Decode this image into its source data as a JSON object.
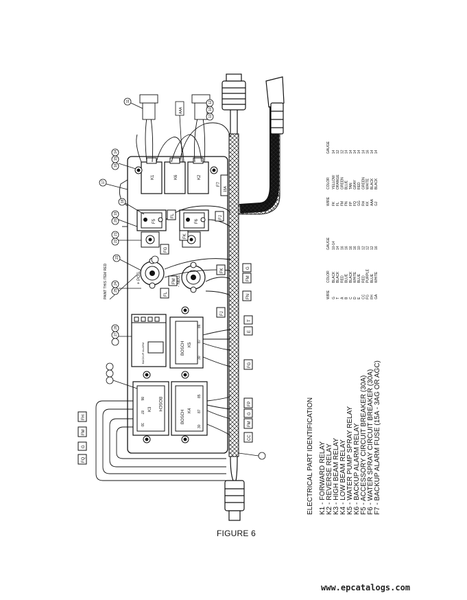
{
  "figure": {
    "caption": "FIGURE 6"
  },
  "watermark": "www.epcatalogs.com",
  "legend": {
    "title": "ELECTRICAL PART IDENTIFICATION",
    "items": [
      "K1 - FORWARD RELAY",
      "K2 - REVERSE RELAY",
      "K3 - HIGH BEAM RELAY",
      "K4 - LOW BEAM RELAY",
      "K5 - WATER PUMP SPRAY RELAY",
      "K6 - BACKUP ALARM RELAY",
      "F5 - ACCESSORY CIRCUIT BREAKER (30A)",
      "F6 - WATER SPRAY CIRCUIT BREAKER (30A)",
      "F7 - BACKUP ALARM FUSE (15A - 3AG OR AGC)"
    ]
  },
  "wire_table_1": {
    "headers": [
      "WIRE",
      "COLOR",
      "GAUGE"
    ],
    "rows": [
      [
        "G",
        "BLACK",
        "10-14"
      ],
      [
        "T",
        "BLACK",
        "14"
      ],
      [
        "A",
        "RED",
        "16"
      ],
      [
        "B",
        "BLUE",
        "16"
      ],
      [
        "C",
        "BLACK",
        "16"
      ],
      [
        "D",
        "WHITE",
        "16"
      ],
      [
        "E",
        "BLUE",
        "10"
      ],
      [
        "CC",
        "RED",
        "12"
      ],
      [
        "FG",
        "PURPLE",
        "12"
      ],
      [
        "FH",
        "BLUE",
        "12"
      ],
      [
        "GA",
        "WHITE",
        "16"
      ]
    ]
  },
  "wire_table_2": {
    "headers": [
      "WIRE",
      "COLOR",
      "GAUGE"
    ],
    "rows": [
      [
        "FK",
        "YELLOW",
        "14"
      ],
      [
        "FL",
        "ORANGE",
        "12"
      ],
      [
        "FM",
        "GREEN",
        "12"
      ],
      [
        "FN",
        "BLUE",
        "14"
      ],
      [
        "FP",
        "TAN",
        "14"
      ],
      [
        "FQ",
        "GRAY",
        "14"
      ],
      [
        "GG",
        "RED",
        "14"
      ],
      [
        "RH",
        "GREEN",
        "14"
      ],
      [
        "KK",
        "WHITE",
        "16"
      ],
      [
        "AAA",
        "BLACK",
        "14"
      ],
      [
        "GJ",
        "BLACK",
        "14"
      ]
    ]
  },
  "panel": {
    "relays": {
      "k1": "K1",
      "k6": "K6",
      "k2": "K2",
      "k3": "K3",
      "k4": "K4",
      "k5": "K5"
    },
    "breakers": {
      "f5": "F5",
      "f6": "F6",
      "f7": "F7"
    },
    "fuse_rating": "15A",
    "bosch": "BOSCH",
    "pin_labels": [
      "86",
      "87",
      "30",
      "85",
      "87a"
    ],
    "post_labels": {
      "pos": "+ POS.",
      "neg": "- NEG."
    },
    "paint_note": "PAINT THIS ITEM RED",
    "module_text": "BACKUP ALARM"
  },
  "wire_tags": {
    "left_stack": [
      "FH",
      "FM",
      "G",
      "FQ"
    ],
    "right_stack": [
      "G",
      "FM",
      "FN",
      "T",
      "E",
      "FG",
      "FP",
      "G",
      "FM",
      "CC",
      "FK"
    ],
    "top_tags": [
      "FL",
      "FJ",
      "FG",
      "FM",
      "FL",
      "FN",
      "FK",
      "FJ"
    ]
  },
  "callouts": {
    "items": [
      "11",
      "AAA",
      "12",
      "10",
      "13",
      "14",
      "15",
      "16",
      "17",
      "18",
      "19",
      "20",
      "21",
      "22",
      "23",
      "24",
      "25",
      "26",
      "27"
    ]
  }
}
